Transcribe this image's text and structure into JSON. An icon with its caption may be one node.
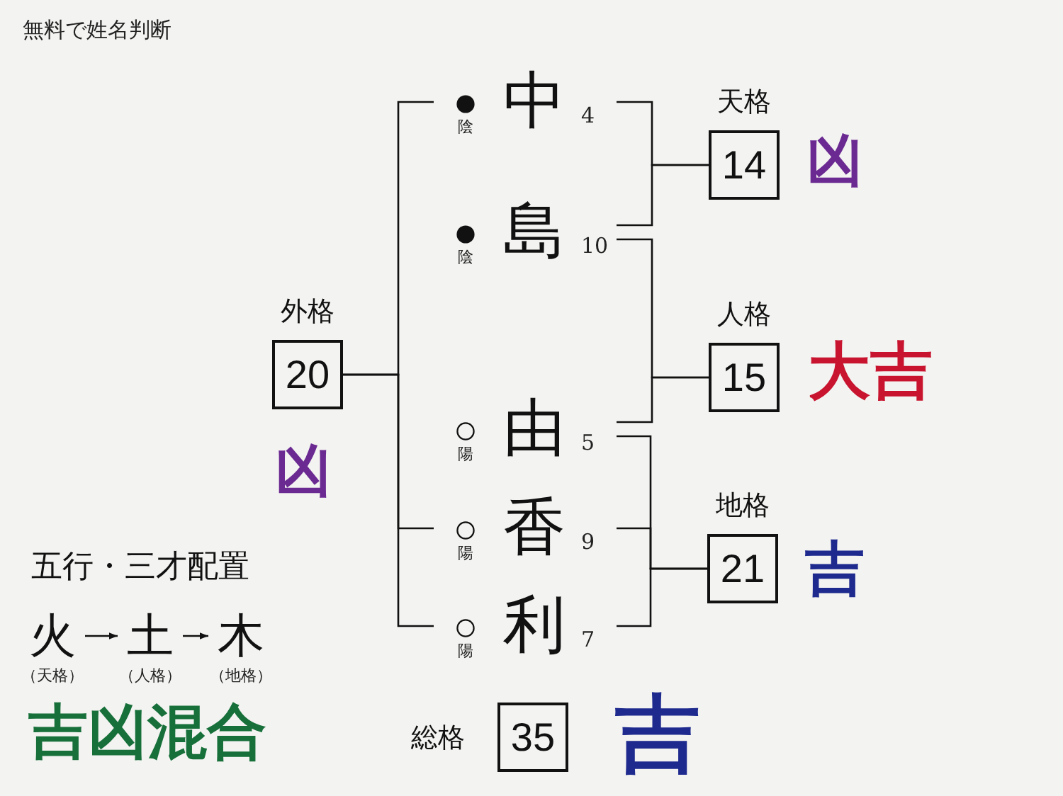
{
  "diagram": {
    "title": "無料で姓名判断",
    "nodes": [
      {
        "text": [
          "外格",
          "20"
        ],
        "beside": [
          "凶"
        ]
      },
      {
        "text": [
          "中"
        ],
        "beside": [
          "陰"
        ]
      },
      {
        "text": [
          "島"
        ],
        "beside": [
          "陰"
        ]
      },
      {
        "text": [
          "由"
        ],
        "beside": [
          "陽"
        ]
      },
      {
        "text": [
          "香"
        ],
        "beside": [
          "陽"
        ]
      },
      {
        "text": [
          "利"
        ],
        "beside": [
          "陽"
        ]
      },
      {
        "text": [
          "天格",
          "14"
        ],
        "beside": [
          "凶"
        ]
      },
      {
        "text": [
          "人格",
          "15"
        ],
        "beside": [
          "大吉"
        ]
      },
      {
        "text": [
          "地格",
          "21"
        ],
        "beside": [
          "吉"
        ]
      },
      {
        "text": [
          "総格",
          "35"
        ],
        "beside": [
          "吉"
        ]
      },
      {
        "text": [
          "火"
        ],
        "beside": [
          "（天格）"
        ]
      },
      {
        "text": [
          "土"
        ],
        "beside": [
          "（人格）"
        ]
      },
      {
        "text": [
          "木"
        ],
        "beside": [
          "（地格）"
        ]
      }
    ],
    "edges": [
      {
        "from": 1,
        "to": 6,
        "arrow": "none"
      },
      {
        "from": 2,
        "to": 6,
        "arrow": "none"
      },
      {
        "from": 2,
        "to": 7,
        "arrow": "none"
      },
      {
        "from": 3,
        "to": 7,
        "arrow": "none"
      },
      {
        "from": 3,
        "to": 8,
        "arrow": "none"
      },
      {
        "from": 4,
        "to": 8,
        "arrow": "none"
      },
      {
        "from": 5,
        "to": 8,
        "arrow": "none"
      },
      {
        "from": 1,
        "to": 0,
        "arrow": "none"
      },
      {
        "from": 4,
        "to": 0,
        "arrow": "none"
      },
      {
        "from": 5,
        "to": 0,
        "arrow": "none"
      },
      {
        "from": 10,
        "to": 11,
        "arrow": "to"
      },
      {
        "from": 11,
        "to": 12,
        "arrow": "to"
      }
    ],
    "labels": [
      "4",
      "10",
      "5",
      "9",
      "7",
      "五行・三才配置",
      "吉凶混合"
    ]
  }
}
